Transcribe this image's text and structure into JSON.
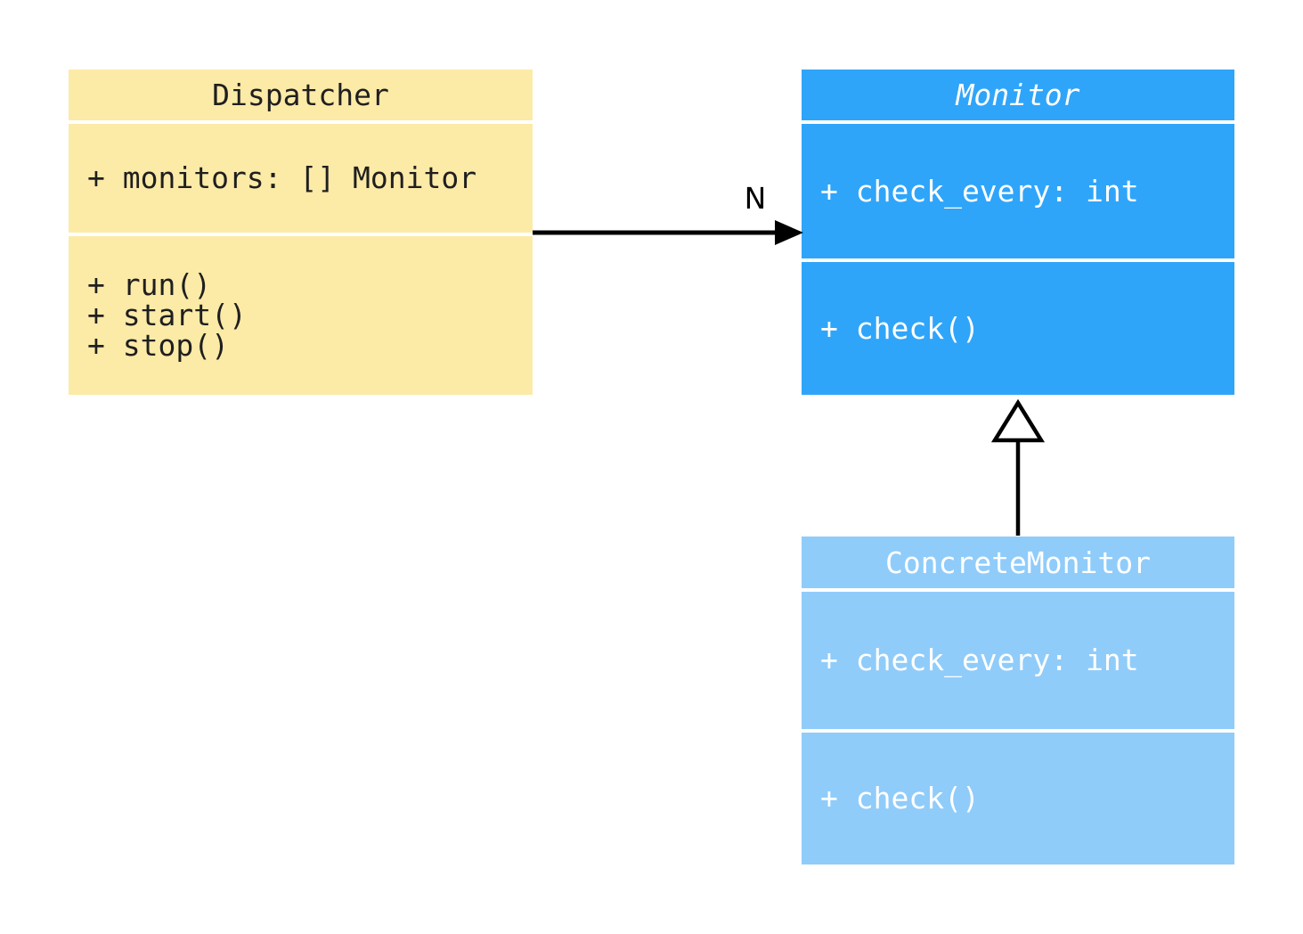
{
  "diagram_type": "uml-class-diagram",
  "colors": {
    "background": "#ffffff",
    "dispatcher_fill": "#FCEAA7",
    "dispatcher_text": "#1f1f1f",
    "monitor_fill": "#2FA5FA",
    "concrete_monitor_fill": "#90CCFA",
    "light_text": "#ffffff",
    "connector": "#000000"
  },
  "classes": [
    {
      "name": "Dispatcher",
      "title": "Dispatcher",
      "abstract": false,
      "attributes": [
        "+ monitors: [] Monitor"
      ],
      "methods": [
        "+ run()",
        "+ start()",
        "+ stop()"
      ]
    },
    {
      "name": "Monitor",
      "title": "Monitor",
      "abstract": true,
      "attributes": [
        "+ check_every: int"
      ],
      "methods": [
        "+ check()"
      ]
    },
    {
      "name": "ConcreteMonitor",
      "title": "ConcreteMonitor",
      "abstract": false,
      "attributes": [
        "+ check_every: int"
      ],
      "methods": [
        "+ check()"
      ]
    }
  ],
  "relations": [
    {
      "type": "association",
      "from": "Dispatcher",
      "to": "Monitor",
      "label": "N"
    },
    {
      "type": "inheritance",
      "from": "ConcreteMonitor",
      "to": "Monitor",
      "label": ""
    }
  ]
}
